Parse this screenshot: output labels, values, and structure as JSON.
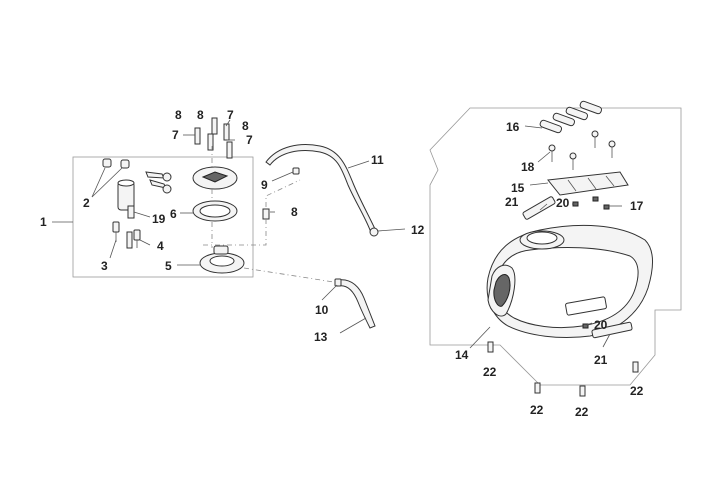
{
  "labels": {
    "p1": "1",
    "p2": "2",
    "p3": "3",
    "p4": "4",
    "p5": "5",
    "p6": "6",
    "p7a": "7",
    "p7b": "7",
    "p7c": "7",
    "p8a": "8",
    "p8b": "8",
    "p8c": "8",
    "p8d": "8",
    "p9": "9",
    "p10": "10",
    "p11": "11",
    "p12": "12",
    "p13": "13",
    "p14": "14",
    "p15": "15",
    "p16": "16",
    "p17": "17",
    "p18": "18",
    "p19": "19",
    "p20a": "20",
    "p20b": "20",
    "p21a": "21",
    "p21b": "21",
    "p22a": "22",
    "p22b": "22",
    "p22c": "22",
    "p22d": "22"
  }
}
